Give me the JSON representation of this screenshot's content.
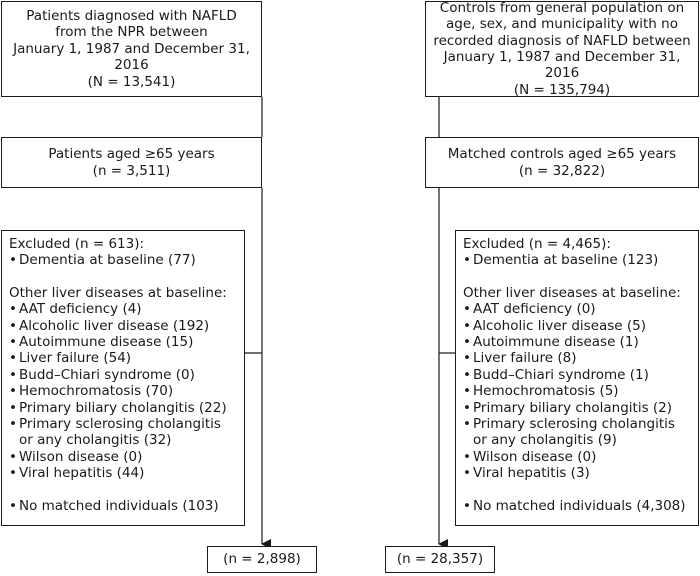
{
  "left": {
    "top_box": [
      "Patients diagnosed with NAFLD",
      "from the NPR between",
      "January 1, 1987 and December 31, 2016",
      "(N = 13,541)"
    ],
    "age_box": [
      "Patients aged ≥65 years",
      "(n = 3,511)"
    ],
    "excluded": {
      "header": "Excluded (n = 613):",
      "dementia": "Dementia at baseline (77)",
      "other_header": "Other liver diseases at baseline:",
      "items": [
        "AAT deficiency (4)",
        "Alcoholic liver disease (192)",
        "Autoimmune disease (15)",
        "Liver failure (54)",
        "Budd–Chiari syndrome (0)",
        "Hemochromatosis (70)",
        "Primary biliary cholangitis (22)",
        "Primary sclerosing cholangitis or any cholangitis (32)",
        "Wilson disease (0)",
        "Viral hepatitis (44)"
      ],
      "no_match": "No matched individuals (103)"
    },
    "final": "(n = 2,898)"
  },
  "right": {
    "top_box": [
      "Controls from general population on",
      "age, sex, and municipality with no",
      "recorded diagnosis of NAFLD between",
      "January 1, 1987 and December 31, 2016",
      "(N = 135,794)"
    ],
    "age_box": [
      "Matched controls aged ≥65 years",
      "(n = 32,822)"
    ],
    "excluded": {
      "header": "Excluded (n = 4,465):",
      "dementia": "Dementia at baseline (123)",
      "other_header": "Other liver diseases at baseline:",
      "items": [
        "AAT deficiency (0)",
        "Alcoholic liver disease (5)",
        "Autoimmune disease (1)",
        "Liver failure (8)",
        "Budd–Chiari syndrome (1)",
        "Hemochromatosis (5)",
        "Primary biliary cholangitis (2)",
        "Primary sclerosing cholangitis or any cholangitis (9)",
        "Wilson disease (0)",
        "Viral hepatitis (3)"
      ],
      "no_match": "No matched individuals (4,308)"
    },
    "final": "(n = 28,357)"
  },
  "bullet": "•",
  "colors": {
    "line": "#1a1a1a",
    "text": "#1a1a1a",
    "background": "#ffffff"
  }
}
